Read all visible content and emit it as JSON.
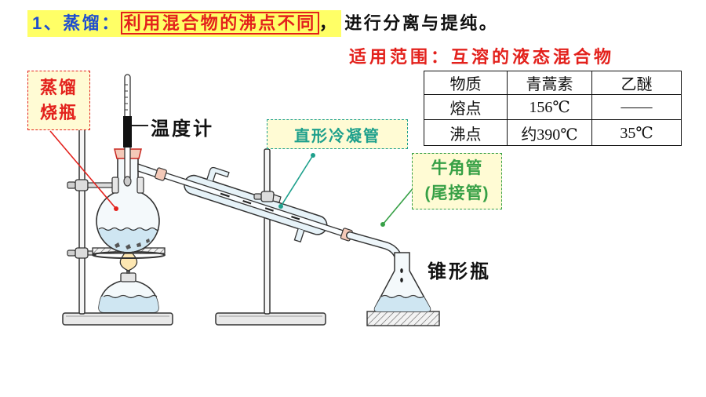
{
  "title": {
    "number": "1、蒸馏：",
    "key_phrase": "利用混合物的沸点不同",
    "comma": "，",
    "rest": "进行分离与提纯。"
  },
  "scope": "适用范围：互溶的液态混合物",
  "table": {
    "headers": [
      "物质",
      "青蒿素",
      "乙醚"
    ],
    "rows": [
      [
        "熔点",
        "156℃",
        "——"
      ],
      [
        "沸点",
        "约390℃",
        "35℃"
      ]
    ]
  },
  "labels": {
    "flask": [
      "蒸馏",
      "烧瓶"
    ],
    "thermometer": "温度计",
    "condenser": "直形冷凝管",
    "adapter": [
      "牛角管",
      "(尾接管)"
    ],
    "conical_flask": "锥形瓶"
  },
  "colors": {
    "title_blue": "#1f4ecf",
    "accent_red": "#e3211c",
    "highlight_yellow": "#ffff66",
    "label_fill": "#fffbd4",
    "teal": "#1ea08c",
    "green": "#37a046"
  }
}
